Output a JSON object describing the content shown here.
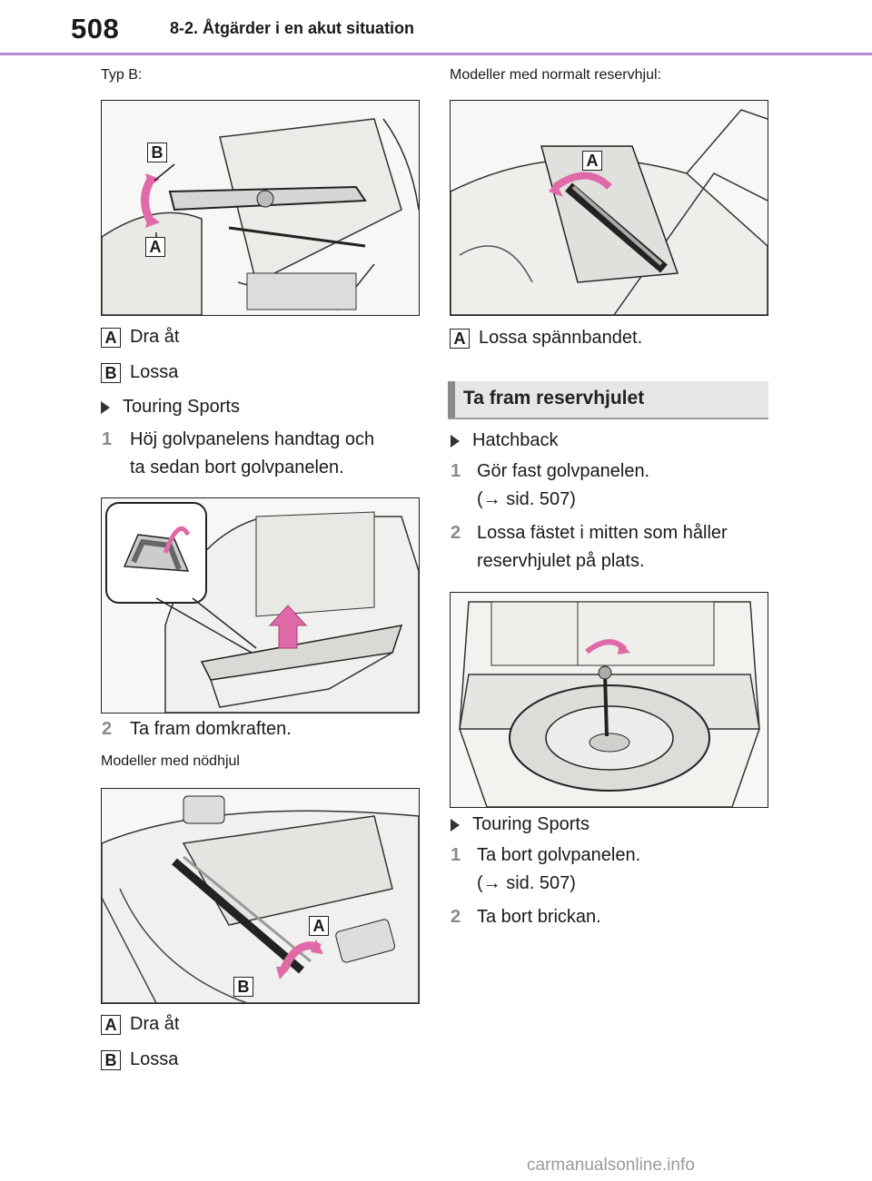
{
  "header": {
    "page_number": "508",
    "chapter": "8-2. Åtgärder i en akut situation"
  },
  "left": {
    "typ_b_caption": "Typ B:",
    "fig1_legend": [
      {
        "badge": "A",
        "text": "Dra åt"
      },
      {
        "badge": "B",
        "text": "Lossa"
      }
    ],
    "touring_heading": "Touring Sports",
    "step1_num": "1",
    "step1_line1": "Höj golvpanelens handtag och",
    "step1_line2": "ta sedan bort golvpanelen.",
    "step2_num": "2",
    "step2_text": "Ta fram domkraften.",
    "nodhjul_caption": "Modeller med nödhjul",
    "fig3_legend": [
      {
        "badge": "A",
        "text": "Dra åt"
      },
      {
        "badge": "B",
        "text": "Lossa"
      }
    ]
  },
  "right": {
    "normal_caption": "Modeller med normalt reservhjul:",
    "fig_r1_legend": {
      "badge": "A",
      "text": "Lossa spännbandet."
    },
    "section_title": "Ta fram reservhjulet",
    "hatchback_heading": "Hatchback",
    "h_step1_num": "1",
    "h_step1_text": "Gör fast golvpanelen.",
    "h_step1_ref": "(→ sid. 507)",
    "h_step2_num": "2",
    "h_step2_line1": "Lossa fästet i mitten som håller",
    "h_step2_line2": "reservhjulet på plats.",
    "touring_heading": "Touring Sports",
    "t_step1_num": "1",
    "t_step1_text": "Ta bort golvpanelen.",
    "t_step1_ref": "(→ sid. 507)",
    "t_step2_num": "2",
    "t_step2_text": "Ta bort brickan."
  },
  "figure_callouts": {
    "a": "A",
    "b": "B"
  },
  "watermark": "carmanualsonline.info",
  "colors": {
    "header_rule": "#b48ad6",
    "section_bg": "#e6e6e6",
    "step_number": "#8a8a8a",
    "arrow_pink": "#e06aa8"
  }
}
